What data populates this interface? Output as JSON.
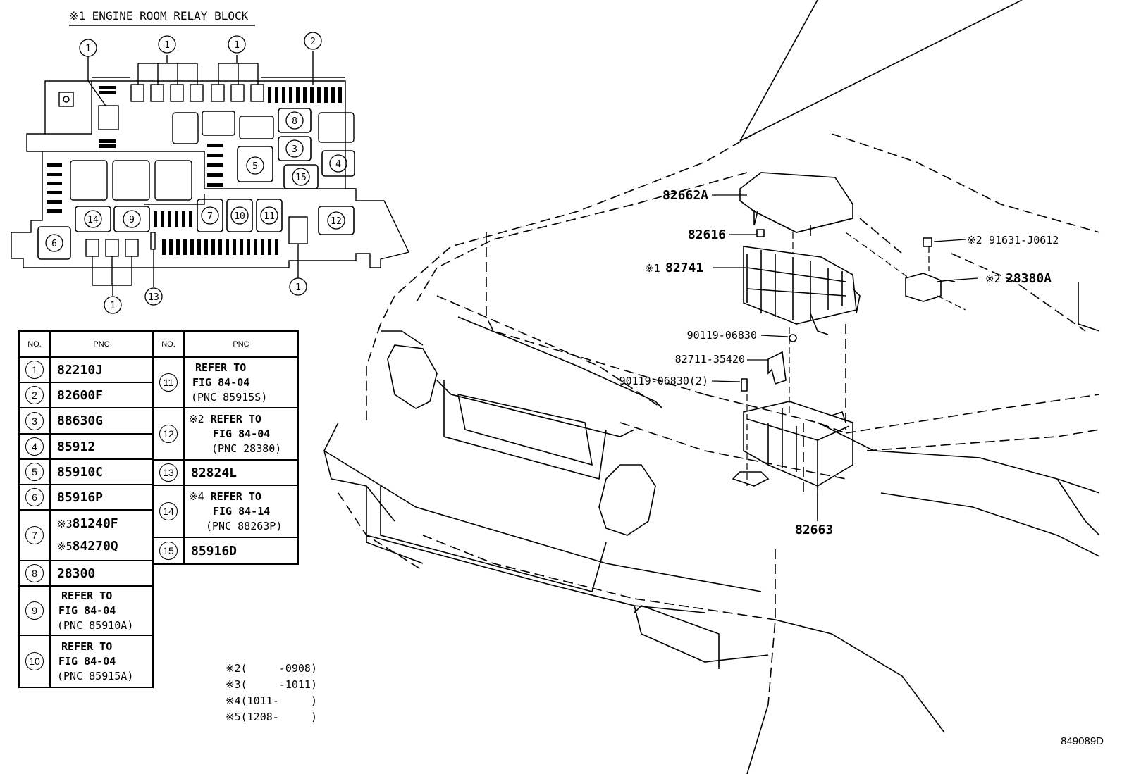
{
  "diagram_code": "849089D",
  "relay_block": {
    "title": "※1 ENGINE ROOM RELAY BLOCK",
    "callouts": [
      "1",
      "1",
      "1",
      "2",
      "1",
      "1",
      "13"
    ],
    "slots": [
      "8",
      "3",
      "5",
      "4",
      "15",
      "14",
      "9",
      "7",
      "10",
      "11",
      "12",
      "6"
    ]
  },
  "parts": [
    {
      "mark": "",
      "pnc": "82662A"
    },
    {
      "mark": "",
      "pnc": "82616"
    },
    {
      "mark": "※1",
      "pnc": "82741"
    },
    {
      "mark": "",
      "pnc": "90119-06830"
    },
    {
      "mark": "",
      "pnc": "82711-35420"
    },
    {
      "mark": "",
      "pnc": "90119-06830(2)"
    },
    {
      "mark": "※2",
      "pnc": "91631-J0612"
    },
    {
      "mark": "※2",
      "pnc": "28380A"
    },
    {
      "mark": "",
      "pnc": "82663"
    }
  ],
  "table_headers": {
    "no": "NO.",
    "pnc": "PNC"
  },
  "table_left": [
    {
      "no": "1",
      "pnc": "82210J"
    },
    {
      "no": "2",
      "pnc": "82600F"
    },
    {
      "no": "3",
      "pnc": "88630G"
    },
    {
      "no": "4",
      "pnc": "85912"
    },
    {
      "no": "5",
      "pnc": "85910C"
    },
    {
      "no": "6",
      "pnc": "85916P"
    },
    {
      "no": "7",
      "mark_a": "※3",
      "pnc_a": "81240F",
      "mark_b": "※5",
      "pnc_b": "84270Q"
    },
    {
      "no": "8",
      "pnc": "28300"
    },
    {
      "no": "9",
      "line1": "REFER TO",
      "line2": "FIG 84-04",
      "line3": "(PNC 85910A)"
    },
    {
      "no": "10",
      "line1": "REFER TO",
      "line2": "FIG 84-04",
      "line3": "(PNC 85915A)"
    }
  ],
  "table_right": [
    {
      "no": "11",
      "mark": "",
      "line1": "REFER TO",
      "line2": "FIG 84-04",
      "line3": "(PNC 85915S)"
    },
    {
      "no": "12",
      "mark": "※2",
      "line1": "REFER TO",
      "line2": "FIG 84-04",
      "line3": "(PNC 28380)"
    },
    {
      "no": "13",
      "pnc": "82824L"
    },
    {
      "no": "14",
      "mark": "※4",
      "line1": "REFER TO",
      "line2": "FIG 84-14",
      "line3": "(PNC 88263P)"
    },
    {
      "no": "15",
      "pnc": "85916D"
    }
  ],
  "notes": [
    "※2(     -0908)",
    "※3(     -1011)",
    "※4(1011-     )",
    "※5(1208-     )"
  ]
}
